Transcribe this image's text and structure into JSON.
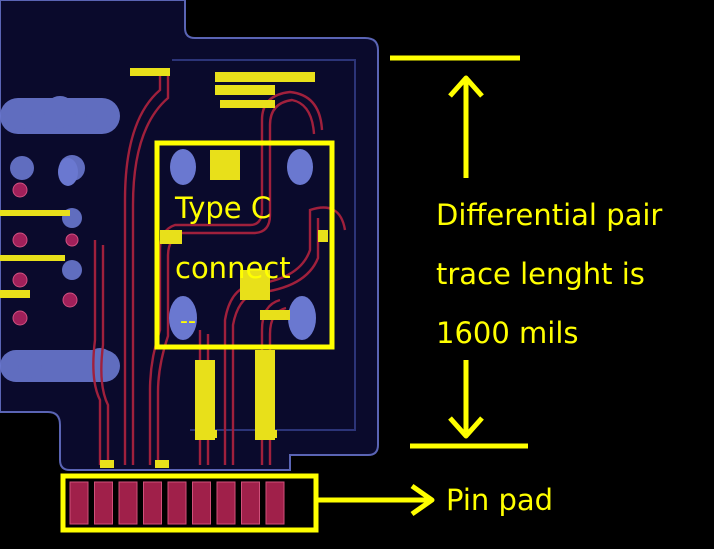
{
  "labels": {
    "component_title": "Type C",
    "component_title_line2": "connect",
    "component_title_line3": "--",
    "note_line1": "Differential pair",
    "note_line2": "trace lenght is",
    "note_line3": "1600 mils",
    "pin_pad": "Pin pad"
  },
  "colors": {
    "background": "#000000",
    "board": "#0a0a2c",
    "board_outline": "#5a64b4",
    "trace": "#a0203c",
    "via": "#a0205a",
    "pad_blue": "#6a78d0",
    "silkscreen": "#e8e01a",
    "annotation": "#ffff00",
    "pin_pad": "#a0204a"
  },
  "pin_pad_count": 9
}
